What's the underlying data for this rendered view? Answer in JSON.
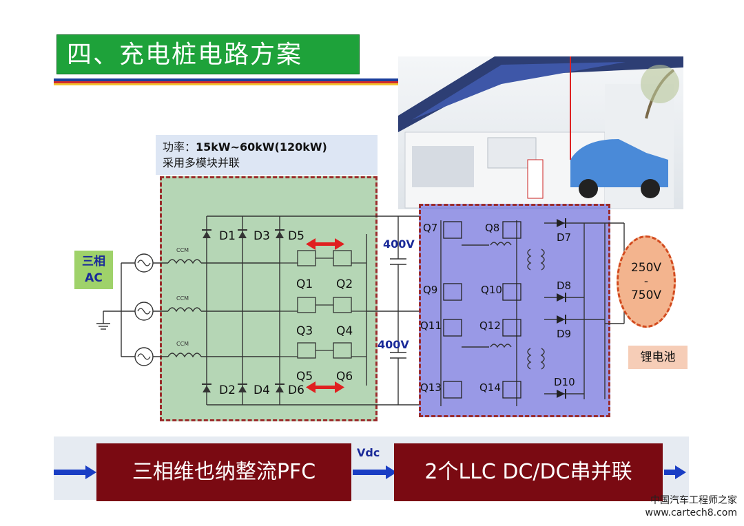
{
  "title": "四、充电桩电路方案",
  "power": {
    "label": "功率：",
    "value": "15kW~60kW(120kW)",
    "note": "采用多模块并联"
  },
  "ac_source": {
    "line1": "三相",
    "line2": "AC"
  },
  "ccm_label": "CCM",
  "diodes_left": {
    "d1": "D1",
    "d2": "D2",
    "d3": "D3",
    "d4": "D4",
    "d5": "D5",
    "d6": "D6"
  },
  "switches_left": {
    "q1": "Q1",
    "q2": "Q2",
    "q3": "Q3",
    "q4": "Q4",
    "q5": "Q5",
    "q6": "Q6"
  },
  "bus_voltage_top": "400V",
  "bus_voltage_bottom": "400V",
  "switches_right": {
    "q7": "Q7",
    "q8": "Q8",
    "q9": "Q9",
    "q10": "Q10",
    "q11": "Q11",
    "q12": "Q12",
    "q13": "Q13",
    "q14": "Q14"
  },
  "diodes_right": {
    "d7": "D7",
    "d8": "D8",
    "d9": "D9",
    "d10": "D10"
  },
  "battery": {
    "v_high": "250V",
    "dash": "-",
    "v_low": "750V",
    "label": "锂电池"
  },
  "flow": {
    "pfc": "三相维也纳整流PFC",
    "vdc": "Vdc",
    "llc": "2个LLC DC/DC串并联"
  },
  "watermark": {
    "line1": "中国汽车工程师之家",
    "line2": "www.cartech8.com"
  },
  "colors": {
    "title_green": "#1ea23a",
    "panel_green": "#78b478",
    "panel_blue": "#6e6edc",
    "dark_red": "#7a0a12",
    "accent_blue": "#1a2a99",
    "arrow_red": "#e02020"
  }
}
